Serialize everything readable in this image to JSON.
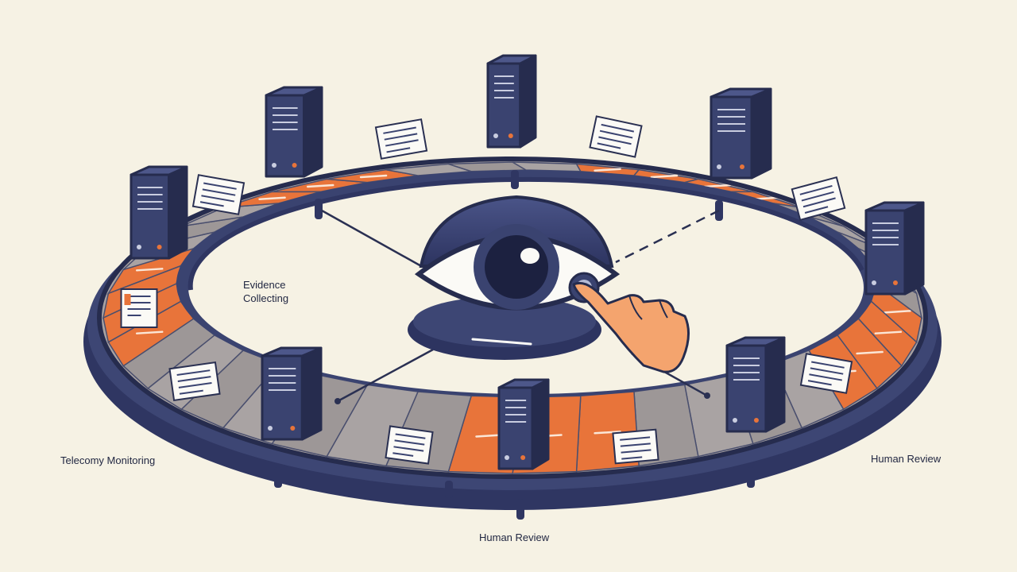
{
  "labels": {
    "evidence_line1": "Evidence",
    "evidence_line2": "Collecting",
    "telecom": "Telecomy Monitoring",
    "review_right": "Human Review",
    "review_bottom": "Human Review"
  },
  "colors": {
    "background": "#f6f2e4",
    "navy": "#3a4370",
    "navy_dark": "#262c4e",
    "orange": "#e8743a",
    "gray_belt": "#a9a3a3",
    "paper": "#fbfaf6",
    "skin": "#f4a46e"
  },
  "icons": [
    "server-icon",
    "document-icon",
    "eye-icon",
    "hand-pointer-icon"
  ]
}
